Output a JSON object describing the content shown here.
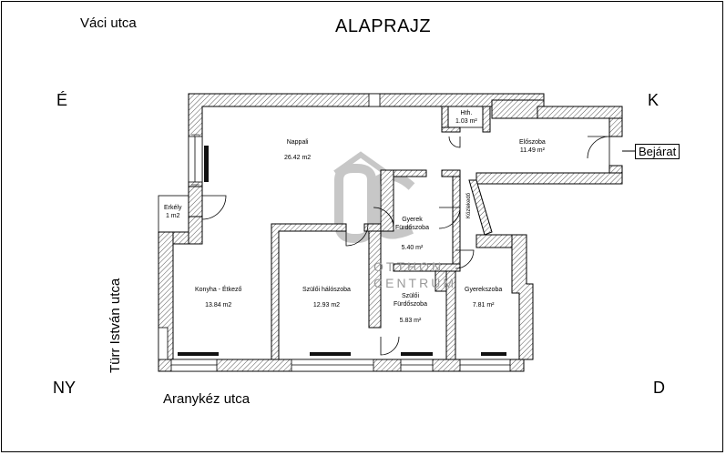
{
  "title": "ALAPRAJZ",
  "streets": {
    "top_left": "Váci utca",
    "bottom": "Aranykéz utca",
    "left_vertical": "Türr István utca"
  },
  "compass": {
    "north": "É",
    "east": "K",
    "west": "NY",
    "south": "D"
  },
  "entrance_label": "Bejárat",
  "watermark": {
    "line1": "OTTHON",
    "line2": "CENTRUM"
  },
  "rooms": [
    {
      "name": "Nappali",
      "area": "26.42 m2"
    },
    {
      "name": "Hth.",
      "area": "1.03 m²"
    },
    {
      "name": "Előszoba",
      "area": "11.49 m²"
    },
    {
      "name": "Erkély",
      "area": "1 m2"
    },
    {
      "name": "Gyerek\nFürdőszoba",
      "area": "5.40 m²"
    },
    {
      "name": "Közlekedő",
      "area": ""
    },
    {
      "name": "Konyha - Étkező",
      "area": "13.84 m2"
    },
    {
      "name": "Szülői hálószoba",
      "area": "12.93 m2"
    },
    {
      "name": "Szülői\nFürdőszoba",
      "area": "5.83 m²"
    },
    {
      "name": "Gyerekszoba",
      "area": "7.81 m²"
    }
  ],
  "colors": {
    "wall_line": "#000000",
    "wall_hatch": "#555555",
    "watermark": "#9a9a9a",
    "radiator": "#111111"
  }
}
